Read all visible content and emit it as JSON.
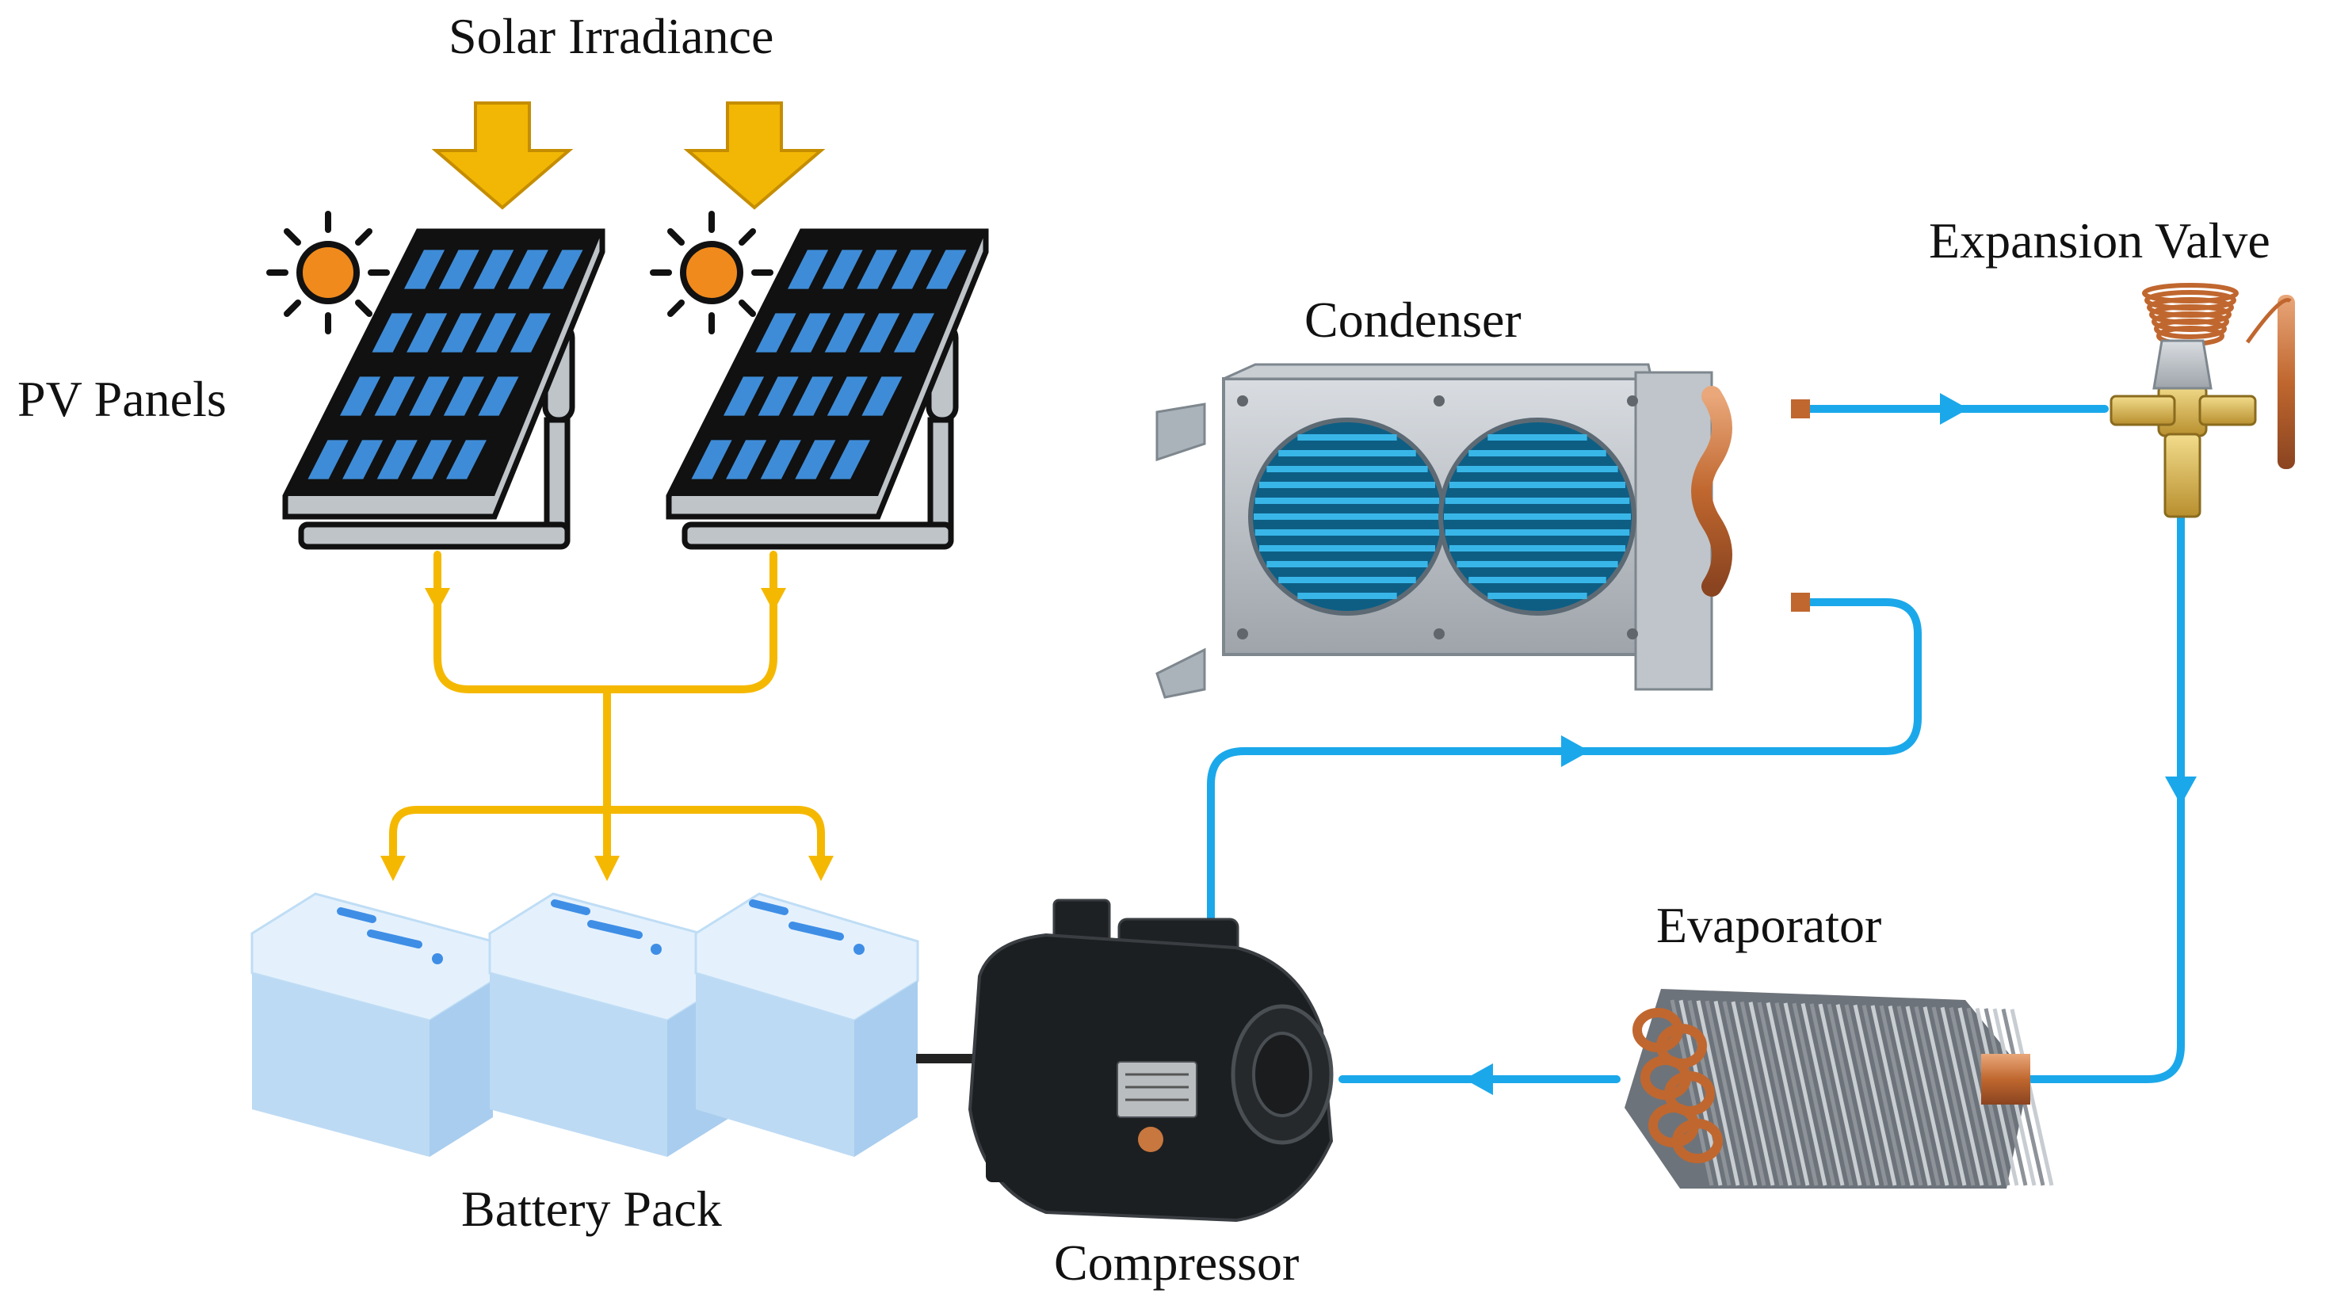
{
  "labels": {
    "solar": "Solar Irradiance",
    "pv": "PV Panels",
    "battery": "Battery Pack",
    "compressor": "Compressor",
    "condenser": "Condenser",
    "expansion": "Expansion Valve",
    "evaporator": "Evaporator"
  },
  "colors": {
    "power_line": "#F5B800",
    "refrigerant_line": "#1BA8EA",
    "panel_cell": "#3E8CD8",
    "battery": "#C9E3F8",
    "copper": "#C8773E"
  }
}
